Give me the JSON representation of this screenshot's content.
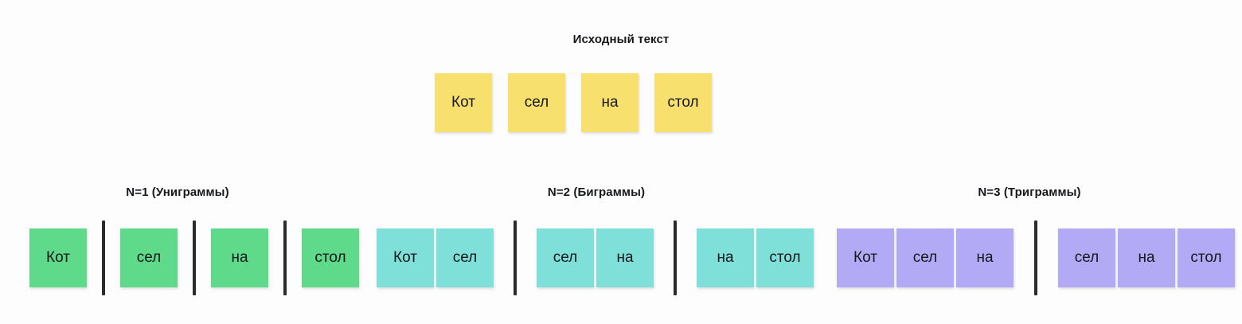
{
  "background_color": "#fdfdfd",
  "source": {
    "title": "Исходный текст",
    "color": "#f7e06e",
    "tokens": [
      "Кот",
      "сел",
      "на",
      "стол"
    ]
  },
  "sections": [
    {
      "id": "unigram",
      "title": "N=1 (Униграммы)",
      "n": 1,
      "color": "#5fd98a",
      "groups": [
        [
          "Кот"
        ],
        [
          "сел"
        ],
        [
          "на"
        ],
        [
          "стол"
        ]
      ]
    },
    {
      "id": "bigram",
      "title": "N=2 (Биграммы)",
      "n": 2,
      "color": "#7ee0d8",
      "groups": [
        [
          "Кот",
          "сел"
        ],
        [
          "сел",
          "на"
        ],
        [
          "на",
          "стол"
        ]
      ]
    },
    {
      "id": "trigram",
      "title": "N=3 (Триграммы)",
      "n": 3,
      "color": "#b3aaf5",
      "groups": [
        [
          "Кот",
          "сел",
          "на"
        ],
        [
          "сел",
          "на",
          "стол"
        ]
      ]
    }
  ],
  "divider_color": "#2b2b2b"
}
